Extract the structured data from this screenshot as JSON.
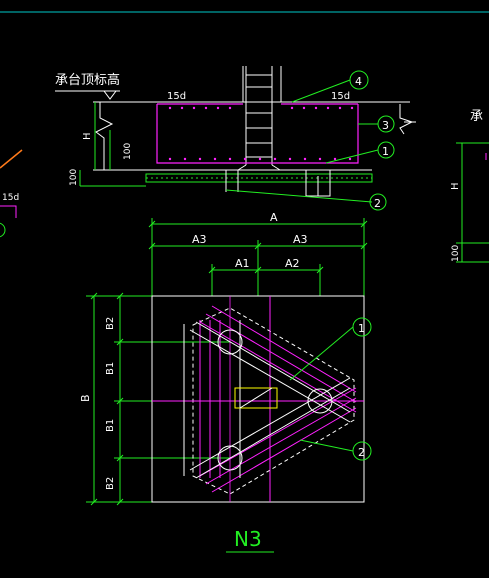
{
  "colors": {
    "background": "#000000",
    "top_border": "#00c8c8",
    "green": "#22ee22",
    "white": "#ffffff",
    "magenta": "#ff22ff",
    "yellow": "#ffff00",
    "orange": "#ff7a1a",
    "center_mark": "#ff00ff"
  },
  "section": {
    "cap_top_label": "承台顶标高",
    "anchor_left": "15d",
    "anchor_right": "15d",
    "dim_h": "H",
    "dim_100_vert": "100",
    "dim_100_left": "100",
    "callouts": [
      "4",
      "3",
      "1",
      "2"
    ]
  },
  "left_fragment": {
    "anchor": "15d"
  },
  "right_fragment": {
    "cap_label_char": "承",
    "dim_h": "H",
    "dim_100": "100"
  },
  "plan": {
    "dim_A": "A",
    "dim_A3_left": "A3",
    "dim_A3_right": "A3",
    "dim_A1": "A1",
    "dim_A2": "A2",
    "dim_B": "B",
    "dim_B2_top": "B2",
    "dim_B1_upper": "B1",
    "dim_B1_lower": "B1",
    "dim_B2_bottom": "B2",
    "callout_1": "1",
    "callout_2": "2",
    "drawing_label": "N3"
  }
}
